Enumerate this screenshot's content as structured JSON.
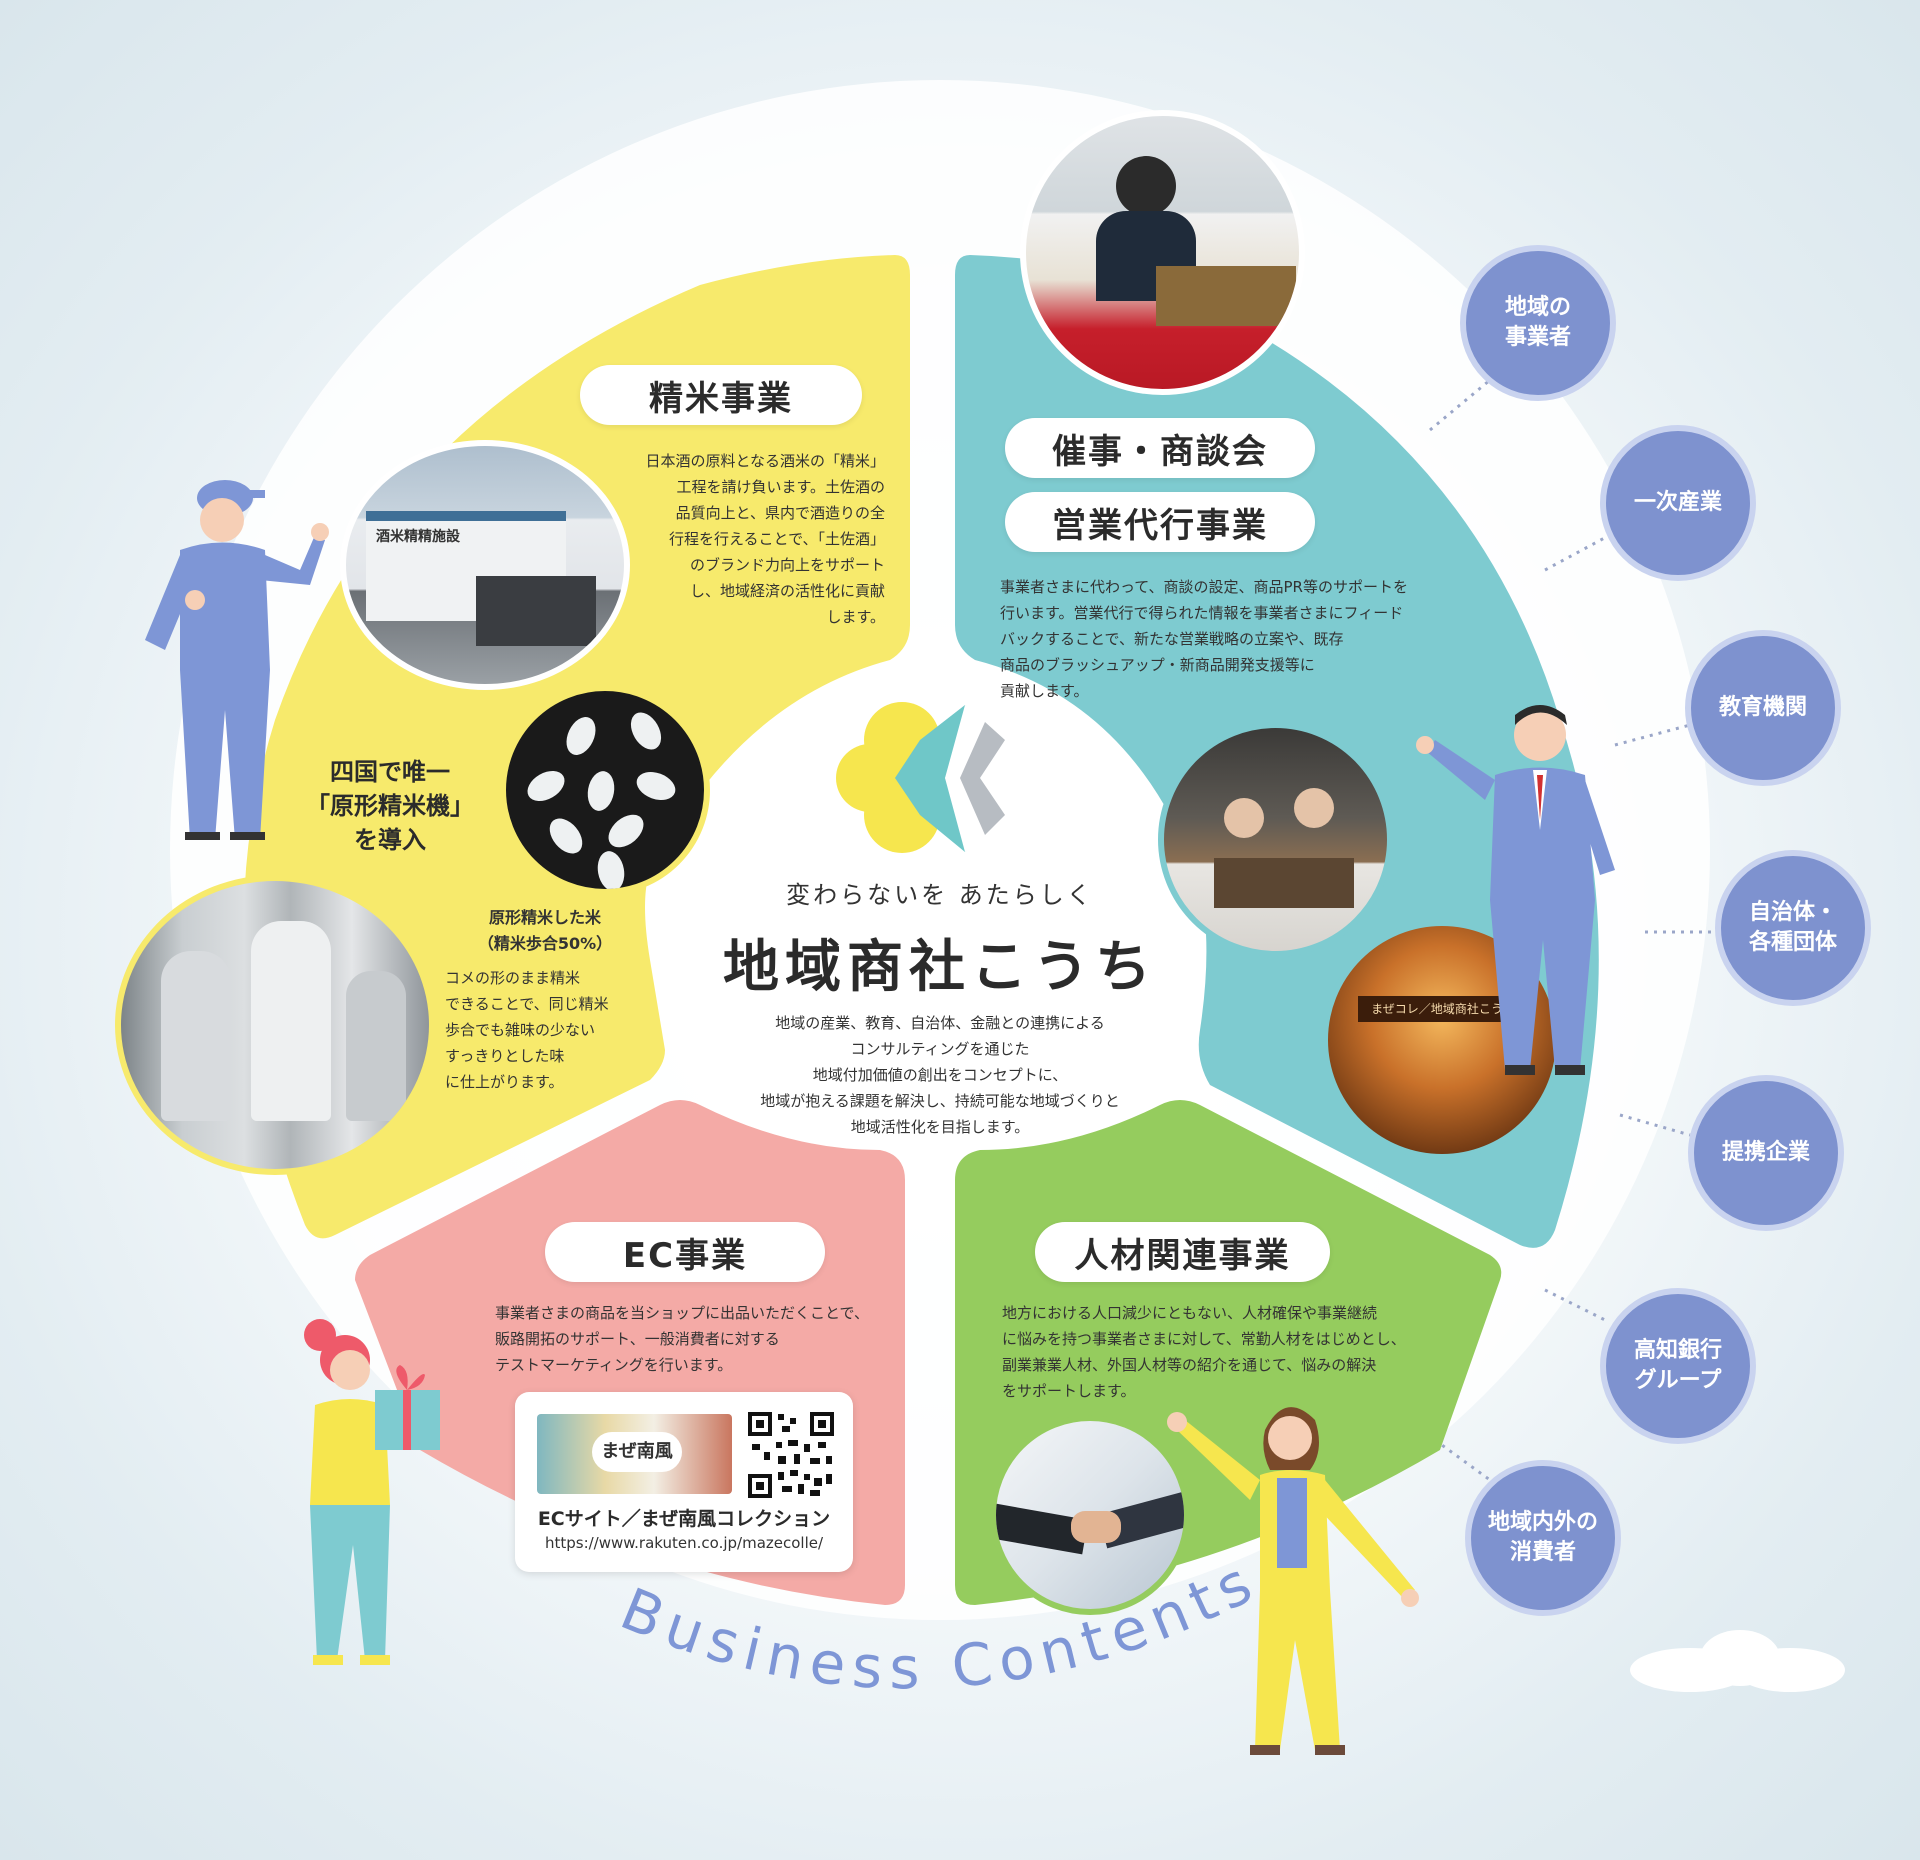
{
  "colors": {
    "seimai": "#f7ea6c",
    "saiji": "#7ecbd0",
    "ec": "#f4aaa6",
    "jinzai": "#95cc5e",
    "bubble": "#7e92cf",
    "figure": "#7e96d6"
  },
  "center": {
    "tagline": "変わらないを あたらしく",
    "company": "地域商社こうち",
    "description": "地域の産業、教育、自治体、金融との連携による\nコンサルティングを通じた\n地域付加価値の創出をコンセプトに、\n地域が抱える課題を解決し、持続可能な地域づくりと\n地域活性化を目指します。"
  },
  "seimai": {
    "title": "精米事業",
    "text": "日本酒の原料となる酒米の「精米」\n工程を請け負います。土佐酒の\n品質向上と、県内で酒造りの全\n行程を行えることで、「土佐酒」\nのブランド力向上をサポート\nし、地域経済の活性化に貢献\nします。",
    "highlight": "四国で唯一\n「原形精米機」\nを導入",
    "rice_caption": "原形精米した米\n（精米歩合50%）",
    "rice_text": "コメの形のまま精米\nできることで、同じ精米\n歩合でも雑味の少ない\nすっきりとした味\nに仕上がります。",
    "building_sign": "酒米精精施設"
  },
  "saiji": {
    "title1": "催事・商談会",
    "title2": "営業代行事業",
    "text": "事業者さまに代わって、商談の設定、商品PR等のサポートを\n行います。営業代行で得られた情報を事業者さまにフィード\nバックすることで、新たな営業戦略の立案や、既存\n商品のブラッシュアップ・新商品開発支援等に\n貢献します。",
    "shop_sign": "まぜコレ／地域商社こうち"
  },
  "ec": {
    "title": "EC事業",
    "text": "事業者さまの商品を当ショップに出品いただくことで、\n販路開拓のサポート、一般消費者に対する\nテストマーケティングを行います。",
    "banner": "まぜ南風",
    "site_label": "ECサイト／まぜ南風コレクション",
    "url": "https://www.rakuten.co.jp/mazecolle/"
  },
  "jinzai": {
    "title": "人材関連事業",
    "text": "地方における人口減少にともない、人材確保や事業継続\nに悩みを持つ事業者さまに対して、常勤人材をはじめとし、\n副業兼業人材、外国人材等の紹介を通じて、悩みの解決\nをサポートします。"
  },
  "partners": [
    "地域の\n事業者",
    "一次産業",
    "教育機関",
    "自治体・\n各種団体",
    "提携企業",
    "高知銀行\nグループ",
    "地域内外の\n消費者"
  ],
  "footer_title": "Business Contents"
}
